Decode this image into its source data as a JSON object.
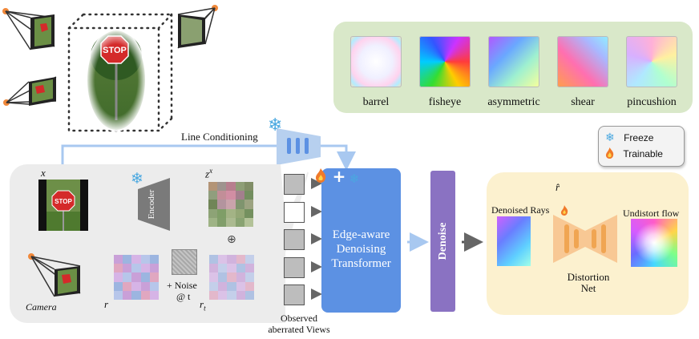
{
  "swatches": [
    {
      "label": "barrel",
      "bg": "radial-gradient(circle at 50% 50%, #ffffff 0%, #f0f0ff 45%, #ffd3ee 70%, #b3ecff 85%, #ffe0b0 100%)"
    },
    {
      "label": "fisheye",
      "bg": "conic-gradient(from 90deg, #ff3b3b, #ffcc00, #33dd33, #00ccff, #3355ff, #cc33ff, #ff3b3b)"
    },
    {
      "label": "asymmetric",
      "bg": "linear-gradient(135deg, #b455ff 0%, #6aa8ff 35%, #9ef0d0 65%, #f8ff9a 100%)"
    },
    {
      "label": "shear",
      "bg": "linear-gradient(45deg, #ff9f4a 0%, #ff6fb0 40%, #a8b8ff 75%, #8ff0ff 100%)"
    },
    {
      "label": "pincushion",
      "bg": "conic-gradient(from 0deg, #ffb0d8, #fff0a0, #b0ffd0, #b0e8ff, #d8b0ff, #ffb0d8)"
    }
  ],
  "legend": {
    "freeze": "Freeze",
    "trainable": "Trainable"
  },
  "labels": {
    "line_conditioning": "Line Conditioning",
    "encoder": "Encoder",
    "var_x": "x",
    "var_zx": "z",
    "var_zx_sup": "x",
    "var_r": "r",
    "var_rt": "r",
    "var_rt_sub": "t",
    "camera": "Camera",
    "noise_line1": "+ Noise",
    "noise_line2": "@ t",
    "plus_circle": "⊕",
    "observed_line1": "Observed",
    "observed_line2": "aberrated Views",
    "edt_line1": "Edge-aware",
    "edt_line2": "Denoising",
    "edt_line3": "Transformer",
    "denoise": "Denoise",
    "denoised_rays": "Denoised Rays",
    "r_hat": "r̂",
    "distortion_line1": "Distortion",
    "distortion_line2": "Net",
    "undistort_flow": "Undistort flow",
    "stop_sign": "STOP"
  },
  "colors": {
    "arrow_blue": "#a8c8f0",
    "arrow_gray": "#666666",
    "arrow_orange": "#f6c59a",
    "net_orange": "#f0a552",
    "snow": "#4aa8e0"
  }
}
